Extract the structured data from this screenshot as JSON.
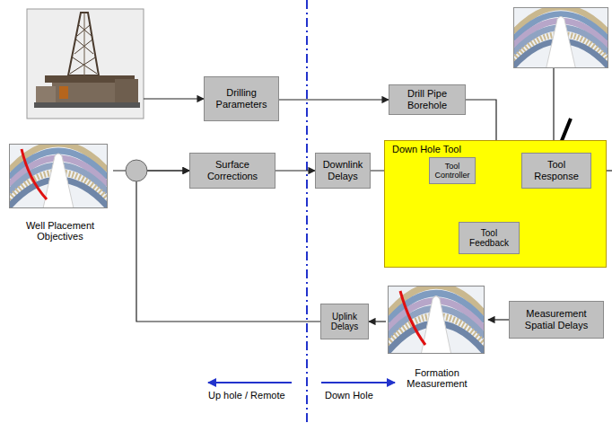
{
  "diagram": {
    "nodes": [
      {
        "text": [
          "Drilling Parameters"
        ]
      },
      {
        "text": [
          "Drill Pipe Borehole"
        ]
      },
      {
        "text": [
          "Well Placement Objectives"
        ]
      },
      {
        "text": [
          "Surface Corrections"
        ]
      },
      {
        "text": [
          "Downlink Delays"
        ]
      },
      {
        "text": [
          "Down Hole Tool"
        ]
      },
      {
        "text": [
          "Tool Controller"
        ],
        "in": 5
      },
      {
        "text": [
          "Tool Response"
        ],
        "in": 5
      },
      {
        "text": [
          "Tool Feedback"
        ],
        "in": 5
      },
      {
        "text": [
          "Uplink Delays"
        ]
      },
      {
        "text": [
          "Formation Measurement"
        ]
      },
      {
        "text": [
          "Measurement Spatial Delays"
        ]
      }
    ],
    "edges": [
      {
        "from": 0,
        "to": 1,
        "arrow": "to"
      },
      {
        "from": 2,
        "to": 3,
        "arrow": "to"
      },
      {
        "from": 9,
        "to": 3,
        "arrow": "to"
      },
      {
        "from": 3,
        "to": 4,
        "arrow": "to"
      },
      {
        "from": 4,
        "to": 6,
        "arrow": "to"
      },
      {
        "from": 6,
        "to": 7,
        "arrow": "to"
      },
      {
        "from": 1,
        "to": 7,
        "arrow": "to"
      },
      {
        "from": 7,
        "to": 8,
        "arrow": "to"
      },
      {
        "from": 8,
        "to": 6,
        "arrow": "to"
      },
      {
        "from": 11,
        "to": 10,
        "arrow": "to"
      },
      {
        "from": 10,
        "to": 9,
        "arrow": "to"
      }
    ],
    "labels": [
      "Up hole / Remote",
      "Down Hole"
    ]
  }
}
